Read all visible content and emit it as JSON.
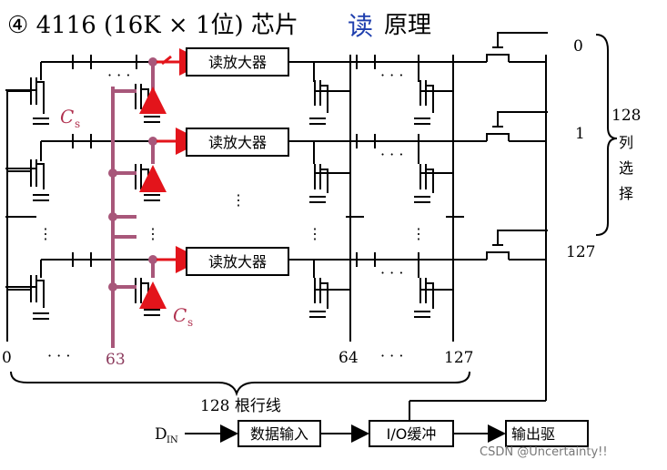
{
  "title": {
    "prefix": "④ 4116 (16K × 1位) 芯片",
    "highlight": "读",
    "suffix": "原理"
  },
  "sense_amp_label": "读放大器",
  "cs_label": "C",
  "cs_subscript": "s",
  "column_labels": {
    "first": "0",
    "middle": "63",
    "mid_next": "64",
    "last": "127"
  },
  "row_line_label": "128 根行线",
  "col_select": {
    "top": "0",
    "mid": "1",
    "bottom": "127",
    "count": "128",
    "chars": [
      "列",
      "选",
      "择"
    ]
  },
  "io": {
    "din": "D",
    "din_sub": "IN",
    "data_in": "数据输入",
    "io_buffer": "I/O缓冲",
    "output": "输出驱"
  },
  "watermark": "CSDN @Uncertainty!!",
  "ellipsis_h": "· · ·",
  "ellipsis_v": "⋮",
  "colors": {
    "highlight": "#1f3fae",
    "bitline_63": "#a8577a",
    "arrow": "#e3141b",
    "box_border": "#000000"
  }
}
